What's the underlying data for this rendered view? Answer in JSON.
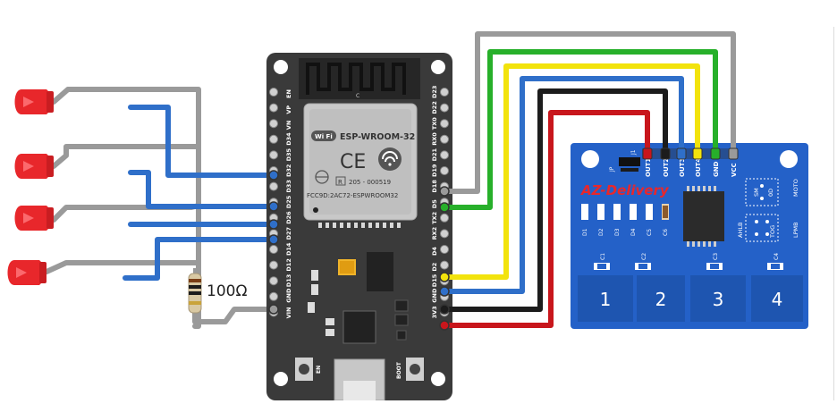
{
  "esp32": {
    "module_name": "ESP-WROOM-32",
    "wifi_badge": "Wi Fi",
    "ce_mark": "CE",
    "fcc_id": "FCC9D:2AC72-ESPWROOM32",
    "r_mark": "R",
    "cert_number": "205 - 000519",
    "antenna_label": "C",
    "en_button_label": "EN",
    "boot_button_label": "BOOT",
    "left_pins": [
      "EN",
      "VP",
      "VN",
      "D34",
      "D35",
      "D32",
      "D33",
      "D25",
      "D26",
      "D27",
      "D14",
      "D12",
      "D13",
      "GND",
      "VIN"
    ],
    "right_pins": [
      "D23",
      "D22",
      "TX0",
      "RX0",
      "D21",
      "D19",
      "D18",
      "D5",
      "TX2",
      "RX2",
      "D4",
      "D2",
      "D15",
      "GND",
      "3V3"
    ]
  },
  "touch_board": {
    "brand": "AZ-Delivery",
    "connector_label": "J1",
    "header_pins": [
      "OUT1",
      "OUT2",
      "OUT3",
      "OUT4",
      "GND",
      "VCC"
    ],
    "jumper_label": "JP",
    "small_parts": [
      "D1",
      "D2",
      "D3",
      "D4",
      "C5",
      "C6"
    ],
    "cap_labels": [
      "C1",
      "C2",
      "C3",
      "C4"
    ],
    "pad_numbers": [
      "1",
      "2",
      "3",
      "4"
    ],
    "switch_labels": [
      "SM",
      "0D",
      "MOTO",
      "AHLB",
      "TOG",
      "LPMB"
    ]
  },
  "resistor": {
    "value_label": "100Ω"
  },
  "leds": {
    "count": 4,
    "color": "#e8272b"
  },
  "wire_colors": {
    "blue": "#2f6fc9",
    "gray": "#9a9a9a",
    "green": "#27b02a",
    "yellow": "#f2e30c",
    "black": "#1c1c1c",
    "red": "#c8161c"
  }
}
